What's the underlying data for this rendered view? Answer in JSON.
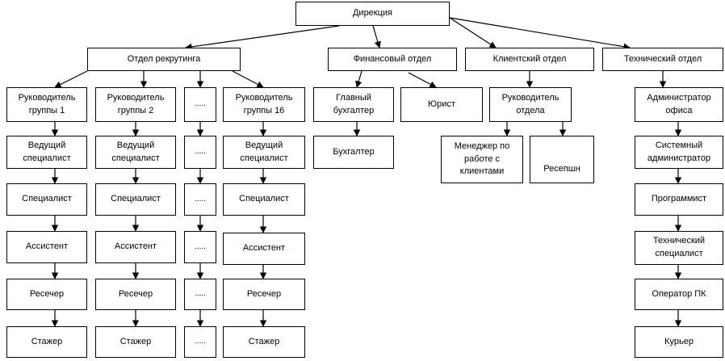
{
  "nodes": {
    "direktsiya": "Дирекция",
    "recruiting": "Отдел рекрутинга",
    "finance": "Финансовый отдел",
    "client": "Клиентский отдел",
    "tech": "Технический отдел",
    "g1_head": "Руководитель\nгруппы 1",
    "g1_lead": "Ведущий\nспециалист",
    "g1_spec": "Специалист",
    "g1_asst": "Ассистент",
    "g1_res": "Ресечер",
    "g1_intern": "Стажер",
    "g2_head": "Руководитель\nгруппы 2",
    "g2_lead": "Ведущий\nспециалист",
    "g2_spec": "Специалист",
    "g2_asst": "Ассистент",
    "g2_res": "Ресечер",
    "g2_intern": "Стажер",
    "gx_1": ".....",
    "gx_2": ".....",
    "gx_3": ".....",
    "gx_4": ".....",
    "gx_5": ".....",
    "gx_6": ".....",
    "g16_head": "Руководитель\nгруппы 16",
    "g16_lead": "Ведущий\nспециалист",
    "g16_spec": "Специалист",
    "g16_asst": "Ассистент",
    "g16_res": "Ресечер",
    "g16_intern": "Стажер",
    "chief_acc": "Главный\nбухгалтер",
    "lawyer": "Юрист",
    "accountant": "Бухгалтер",
    "client_head": "Руководитель\nотдела",
    "client_mgr": "Менеджер по\nработе с\nклиентами",
    "reception": "Ресепшн",
    "office_admin": "Администратор\nофиса",
    "sysadmin": "Системный\nадминистратор",
    "programmer": "Программист",
    "tech_spec": "Технический\nспециалист",
    "pc_operator": "Оператор ПК",
    "courier": "Курьер"
  }
}
